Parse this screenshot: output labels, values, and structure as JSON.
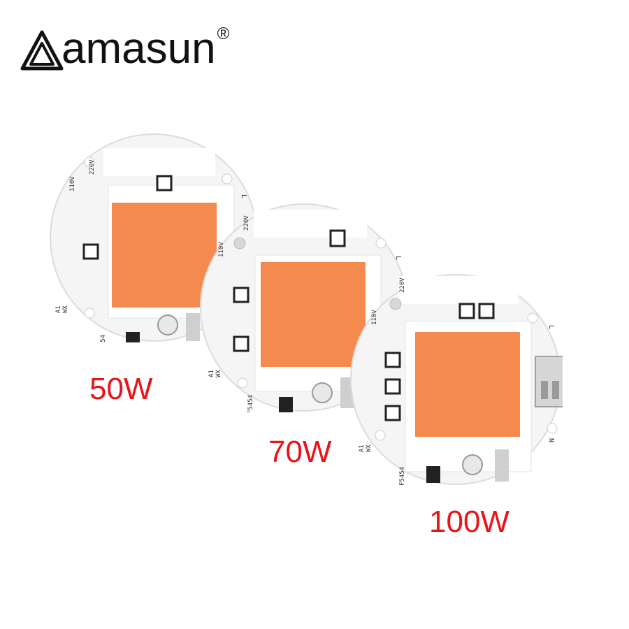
{
  "brand": {
    "name": "amasun",
    "registered_mark": "®",
    "logo_icon": "a-triangle-logo-icon"
  },
  "products": [
    {
      "label": "50W",
      "print": {
        "v_high": "220V",
        "v_low": "110V",
        "l": "L",
        "a1": "A1",
        "wx": "WX",
        "code": "F5454"
      }
    },
    {
      "label": "70W",
      "print": {
        "v_high": "220V",
        "v_low": "110V",
        "l": "L",
        "a1": "A1",
        "wx": "WX",
        "code": "F5454"
      }
    },
    {
      "label": "100W",
      "print": {
        "v_high": "220V",
        "v_low": "110V",
        "l": "L",
        "n": "N",
        "a1": "A1",
        "wx": "WX",
        "code": "F5454"
      }
    }
  ],
  "colors": {
    "led": "#f48a4e",
    "board": "#f4f4f4",
    "label": "#e8141a",
    "brand": "#111111"
  }
}
